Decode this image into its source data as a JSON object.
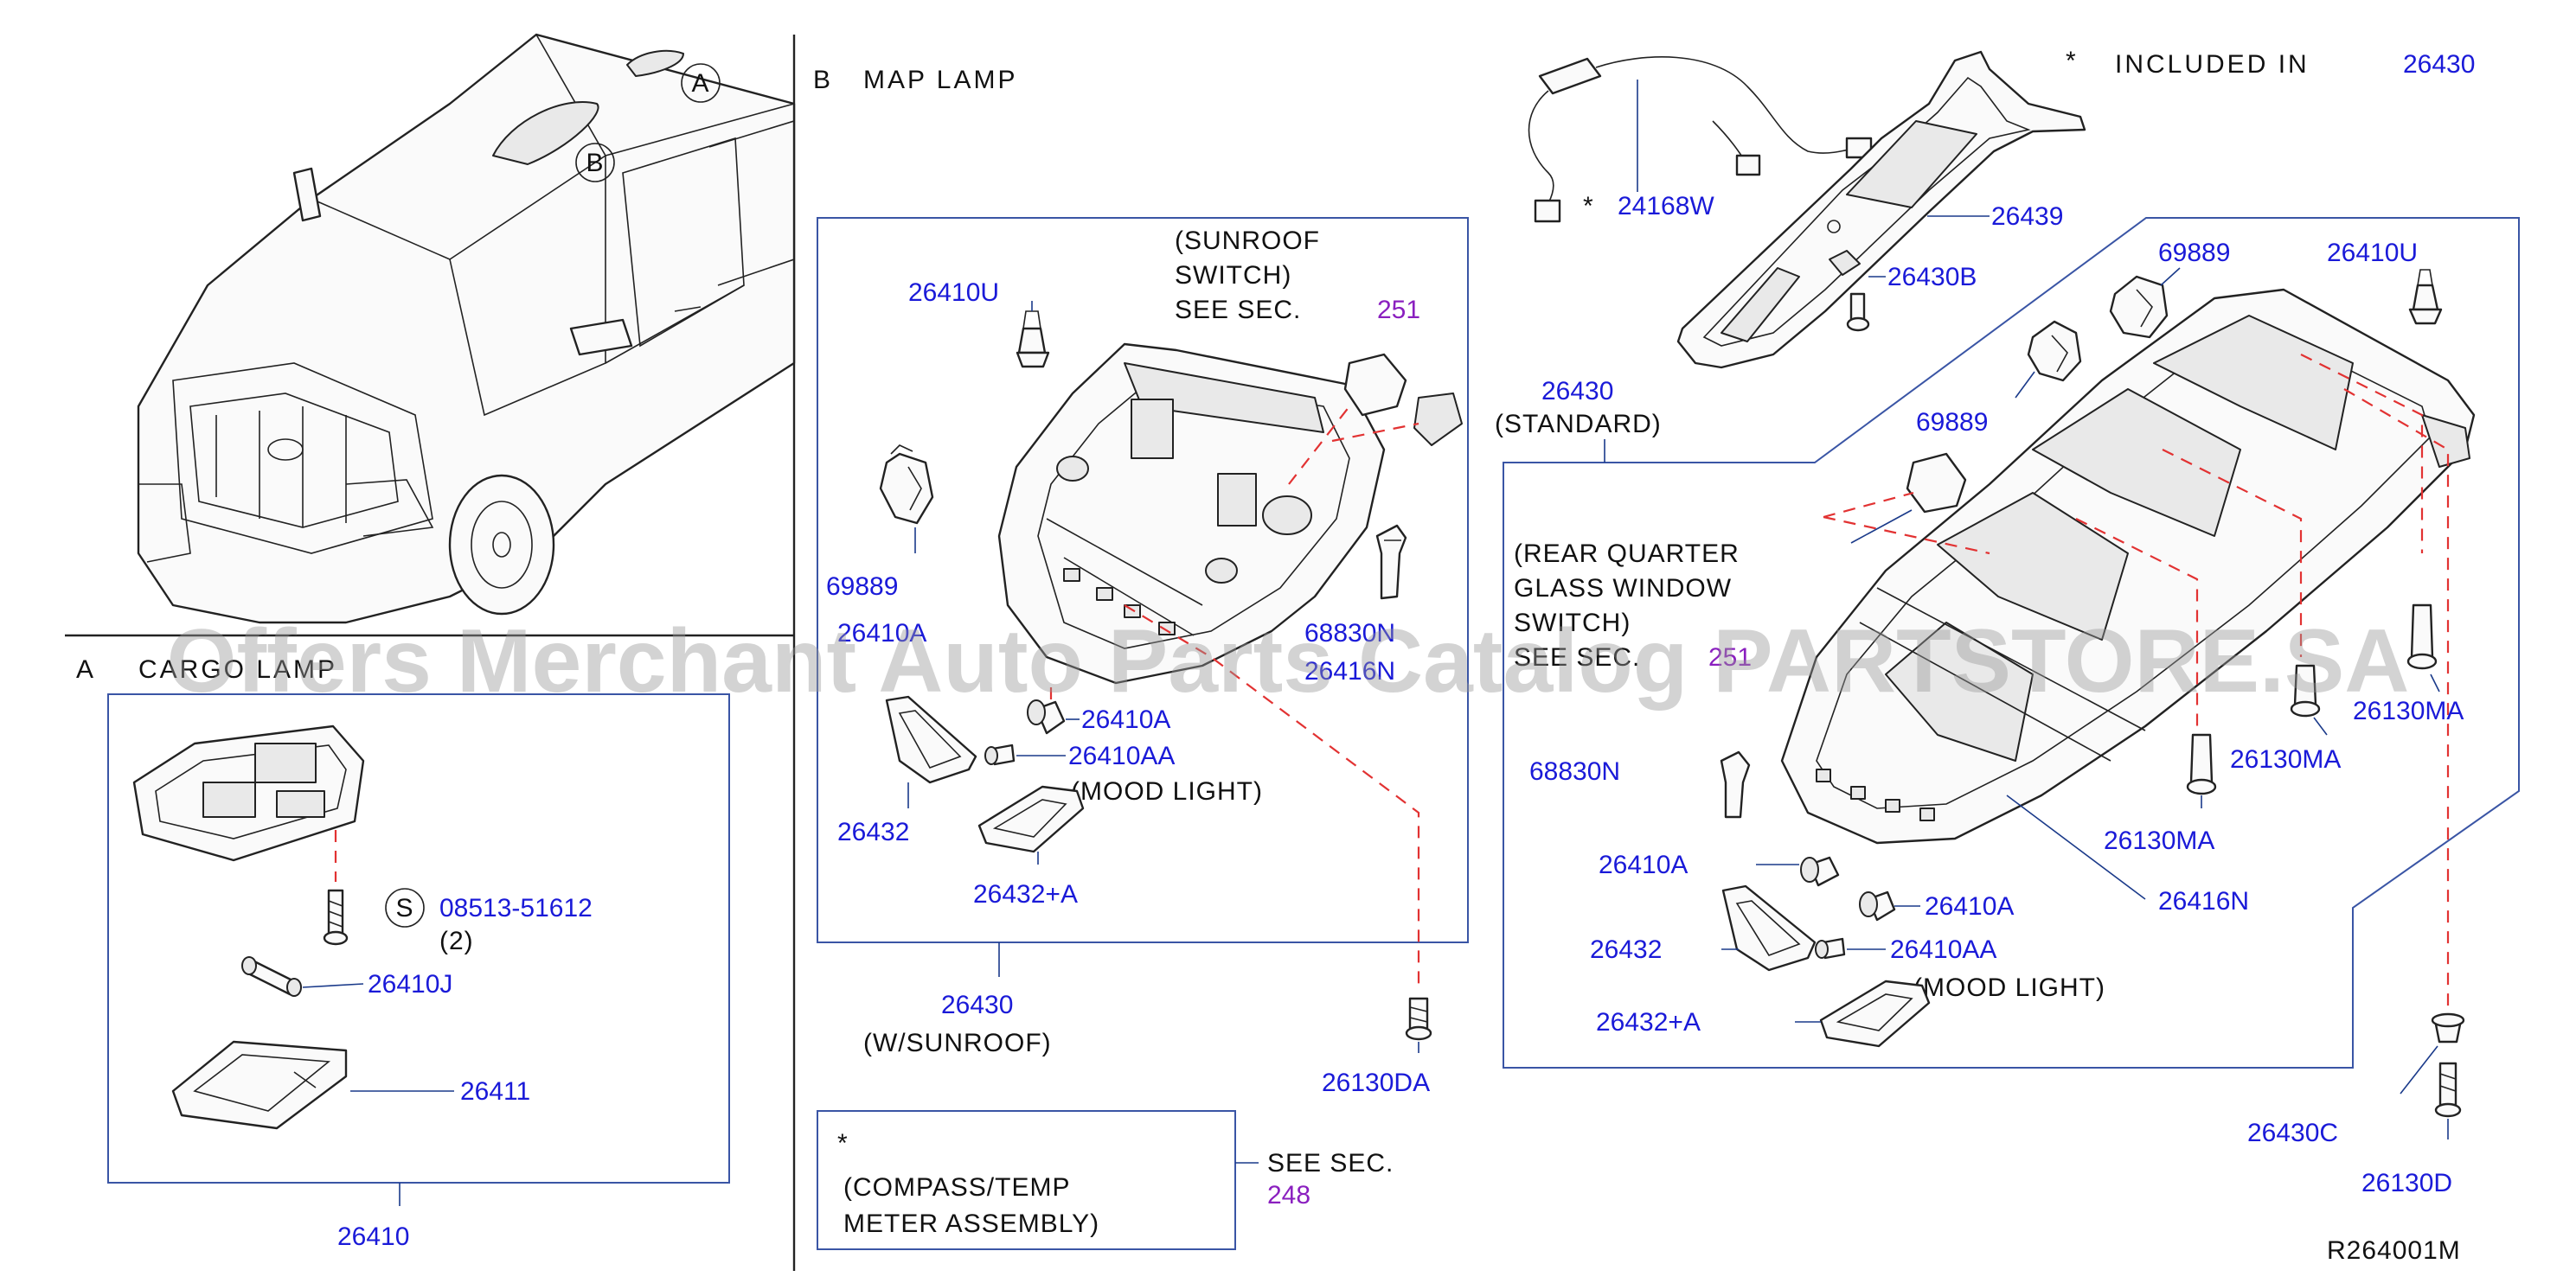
{
  "sections": {
    "a_circle": "A",
    "b_circle": "B",
    "s_circle": "S",
    "a_title": "A",
    "a_name": "CARGO LAMP",
    "b_title": "B",
    "b_name": "MAP LAMP",
    "included_star": "*",
    "included_text": "INCLUDED IN",
    "included_part": "26430"
  },
  "cargo": {
    "screw_part": "08513-51612",
    "screw_qty": "(2)",
    "bulb": "26410J",
    "lens": "26411",
    "assembly": "26410"
  },
  "map_sunroof": {
    "sunroof_1": "(SUNROOF",
    "sunroof_2": "SWITCH)",
    "see_sec": "SEE SEC.",
    "sec_num": "251",
    "clip": "26410U",
    "gear": "69889",
    "bulb_a_left": "26410A",
    "connector": "68830N",
    "harness": "26416N",
    "bulb_a": "26410A",
    "bulb_aa": "26410AA",
    "mood": "(MOOD LIGHT)",
    "lens": "26432",
    "lens_a": "26432+A",
    "assembly": "26430",
    "variant": "(W/SUNROOF)",
    "screw": "26130DA"
  },
  "compass": {
    "star": "*",
    "line1": "(COMPASS/TEMP",
    "line2": "METER ASSEMBLY)",
    "see": "SEE SEC.",
    "sec": "248"
  },
  "upper": {
    "star": "*",
    "harness": "24168W",
    "bracket": "26439",
    "clip": "26430B"
  },
  "standard": {
    "assembly": "26430",
    "variant": "(STANDARD)",
    "rq_1": "(REAR QUARTER",
    "rq_2": "GLASS WINDOW",
    "rq_3": "SWITCH)",
    "see_sec": "SEE SEC.",
    "sec_num": "251",
    "gear_top": "69889",
    "gear_mid": "69889",
    "clip": "26410U",
    "screw_ma_1": "26130MA",
    "screw_ma_2": "26130MA",
    "screw_ma_3": "26130MA",
    "connector": "68830N",
    "bulb_a_left": "26410A",
    "bulb_a": "26410A",
    "bulb_aa": "26410AA",
    "mood": "(MOOD LIGHT)",
    "lens": "26432",
    "lens_a": "26432+A",
    "harness": "26416N",
    "clip_c": "26430C",
    "screw_d": "26130D"
  },
  "footer": {
    "ref": "R264001M",
    "watermark": "Offers Merchant Auto Parts Catalog PARTSTORE.SA"
  },
  "colors": {
    "part_number": "#1a1ad8",
    "section_ref": "#8a1fbf",
    "leader_dash": "#e23232",
    "frame": "#3a55a5"
  }
}
